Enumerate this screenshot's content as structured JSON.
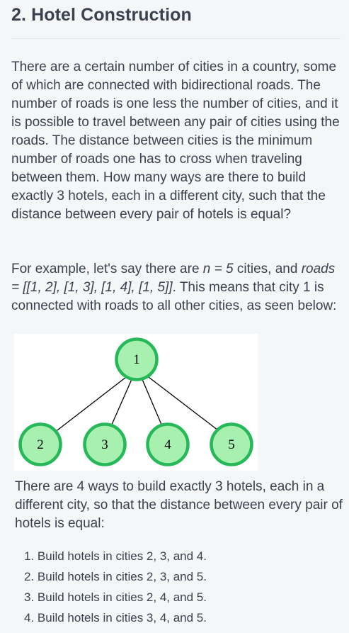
{
  "title": "2. Hotel Construction",
  "intro": "There are a certain number of cities in a country, some of which are connected with bidirectional roads. The number of roads is one less the number of cities, and it is possible to travel between any pair of cities using the roads. The distance between cities is the minimum number of roads one has to cross when traveling between them. How many ways are there to build exactly 3 hotels, each in a different city, such that the distance between every pair of hotels is equal?",
  "example": {
    "lead": "For example, let's say there are ",
    "n_expr": "n = 5",
    "mid": " cities, and ",
    "roads_expr": "roads = [[1, 2], [1, 3], [1, 4], [1, 5]]",
    "tail": ". This means that city 1 is connected with roads to all other cities, as seen below:"
  },
  "graph": {
    "colors": {
      "node_fill": "#a8f0b0",
      "node_stroke": "#27b85a",
      "edge": "#000000"
    },
    "nodes": [
      "1",
      "2",
      "3",
      "4",
      "5"
    ]
  },
  "ways_text": "There are 4 ways to build exactly 3 hotels, each in a different city, so that the distance between every pair of hotels is equal:",
  "ways": [
    "1. Build hotels in cities 2, 3, and 4.",
    "2. Build hotels in cities 2, 3, and 5.",
    "3. Build hotels in cities 2, 4, and 5.",
    "4. Build hotels in cities 3, 4, and 5."
  ]
}
